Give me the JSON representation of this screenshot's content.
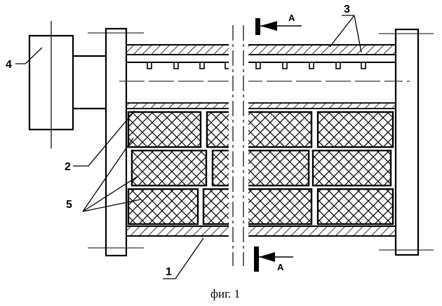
{
  "caption": "фиг. 1",
  "callouts": {
    "label_1": "1",
    "label_2": "2",
    "label_3": "3",
    "label_4": "4",
    "label_5": "5"
  },
  "section_marks": {
    "top": "А",
    "bottom": "А"
  },
  "colors": {
    "ink": "#000000",
    "paper": "#ffffff"
  }
}
